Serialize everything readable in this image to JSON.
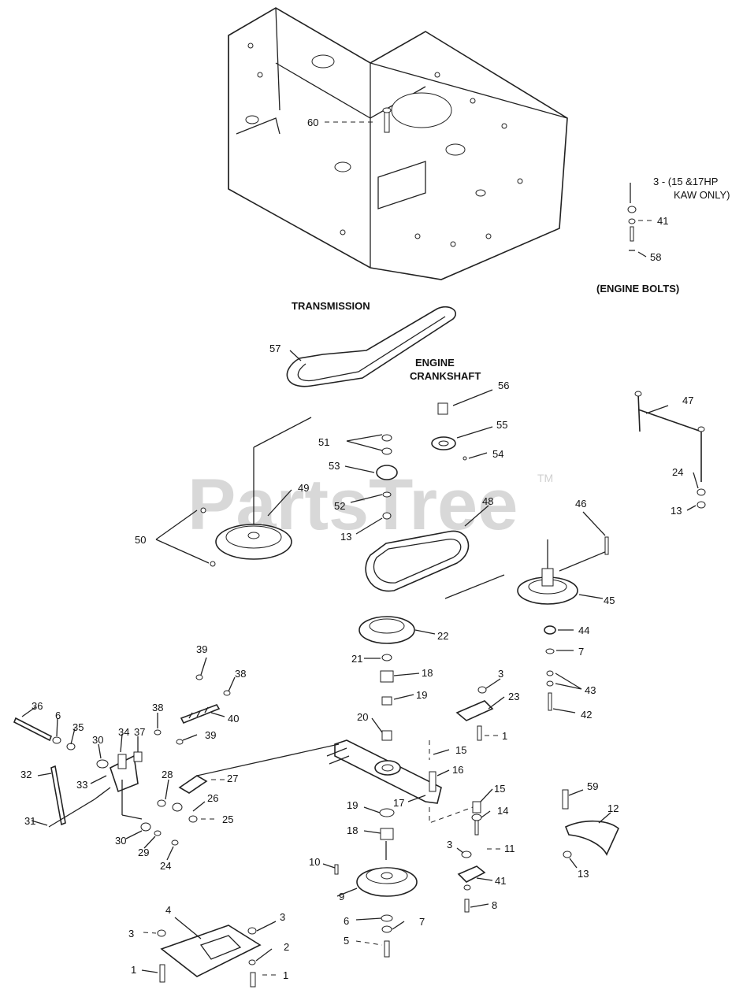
{
  "captions": {
    "transmission": "TRANSMISSION",
    "engine_line1": "ENGINE",
    "engine_line2": "CRANKSHAFT",
    "engine_bolts": "(ENGINE BOLTS)",
    "kaw_line1": "3 - (15 &17HP",
    "kaw_line2": "KAW ONLY)"
  },
  "watermark": {
    "text": "PartsTree",
    "tm": "TM"
  },
  "callouts": {
    "c1a": "1",
    "c1b": "1",
    "c1c": "1",
    "c2": "2",
    "c3a": "3",
    "c3b": "3",
    "c3c": "3",
    "c3d": "3",
    "c4": "4",
    "c5": "5",
    "c6a": "6",
    "c6b": "6",
    "c7a": "7",
    "c7b": "7",
    "c8": "8",
    "c9": "9",
    "c10": "10",
    "c11": "11",
    "c12": "12",
    "c13a": "13",
    "c13b": "13",
    "c13c": "13",
    "c14": "14",
    "c15a": "15",
    "c15b": "15",
    "c16": "16",
    "c17": "17",
    "c18a": "18",
    "c18b": "18",
    "c19a": "19",
    "c19b": "19",
    "c20": "20",
    "c21": "21",
    "c22": "22",
    "c23": "23",
    "c24a": "24",
    "c24b": "24",
    "c25": "25",
    "c26": "26",
    "c27": "27",
    "c28": "28",
    "c29": "29",
    "c30a": "30",
    "c30b": "30",
    "c31": "31",
    "c32": "32",
    "c33": "33",
    "c34": "34",
    "c35": "35",
    "c36": "36",
    "c37": "37",
    "c38a": "38",
    "c38b": "38",
    "c39a": "39",
    "c39b": "39",
    "c40": "40",
    "c41a": "41",
    "c41b": "41",
    "c42": "42",
    "c43": "43",
    "c44": "44",
    "c45": "45",
    "c46": "46",
    "c47": "47",
    "c48": "48",
    "c49": "49",
    "c50": "50",
    "c51": "51",
    "c52": "52",
    "c53": "53",
    "c54": "54",
    "c55": "55",
    "c56": "56",
    "c57": "57",
    "c58": "58",
    "c59": "59",
    "c60": "60"
  }
}
